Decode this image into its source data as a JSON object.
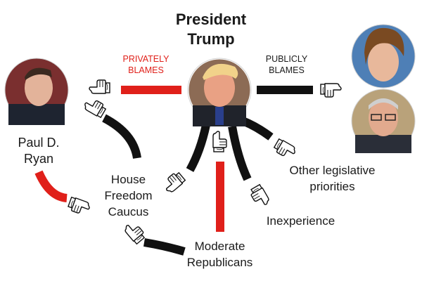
{
  "title_line1": "President",
  "title_line2": "Trump",
  "privately_line1": "PRIVATELY",
  "privately_line2": "BLAMES",
  "publicly_line1": "PUBLICLY",
  "publicly_line2": "BLAMES",
  "ryan_line1": "Paul D.",
  "ryan_line2": "Ryan",
  "freedom_line1": "House",
  "freedom_line2": "Freedom",
  "freedom_line3": "Caucus",
  "other_line1": "Other legislative",
  "other_line2": "priorities",
  "inexperience": "Inexperience",
  "moderate_line1": "Moderate",
  "moderate_line2": "Republicans",
  "colors": {
    "private_blame": "#e0201a",
    "public_blame": "#111111"
  }
}
